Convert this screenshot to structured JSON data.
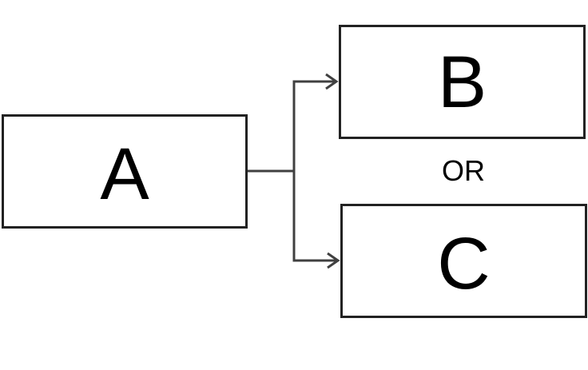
{
  "diagram": {
    "nodes": [
      {
        "id": "a",
        "label": "A"
      },
      {
        "id": "b",
        "label": "B"
      },
      {
        "id": "c",
        "label": "C"
      }
    ],
    "edges": [
      {
        "from": "A",
        "to": "B"
      },
      {
        "from": "A",
        "to": "C"
      }
    ],
    "or_text": "OR",
    "line_color": "#404040",
    "box_border_color": "#222222"
  }
}
